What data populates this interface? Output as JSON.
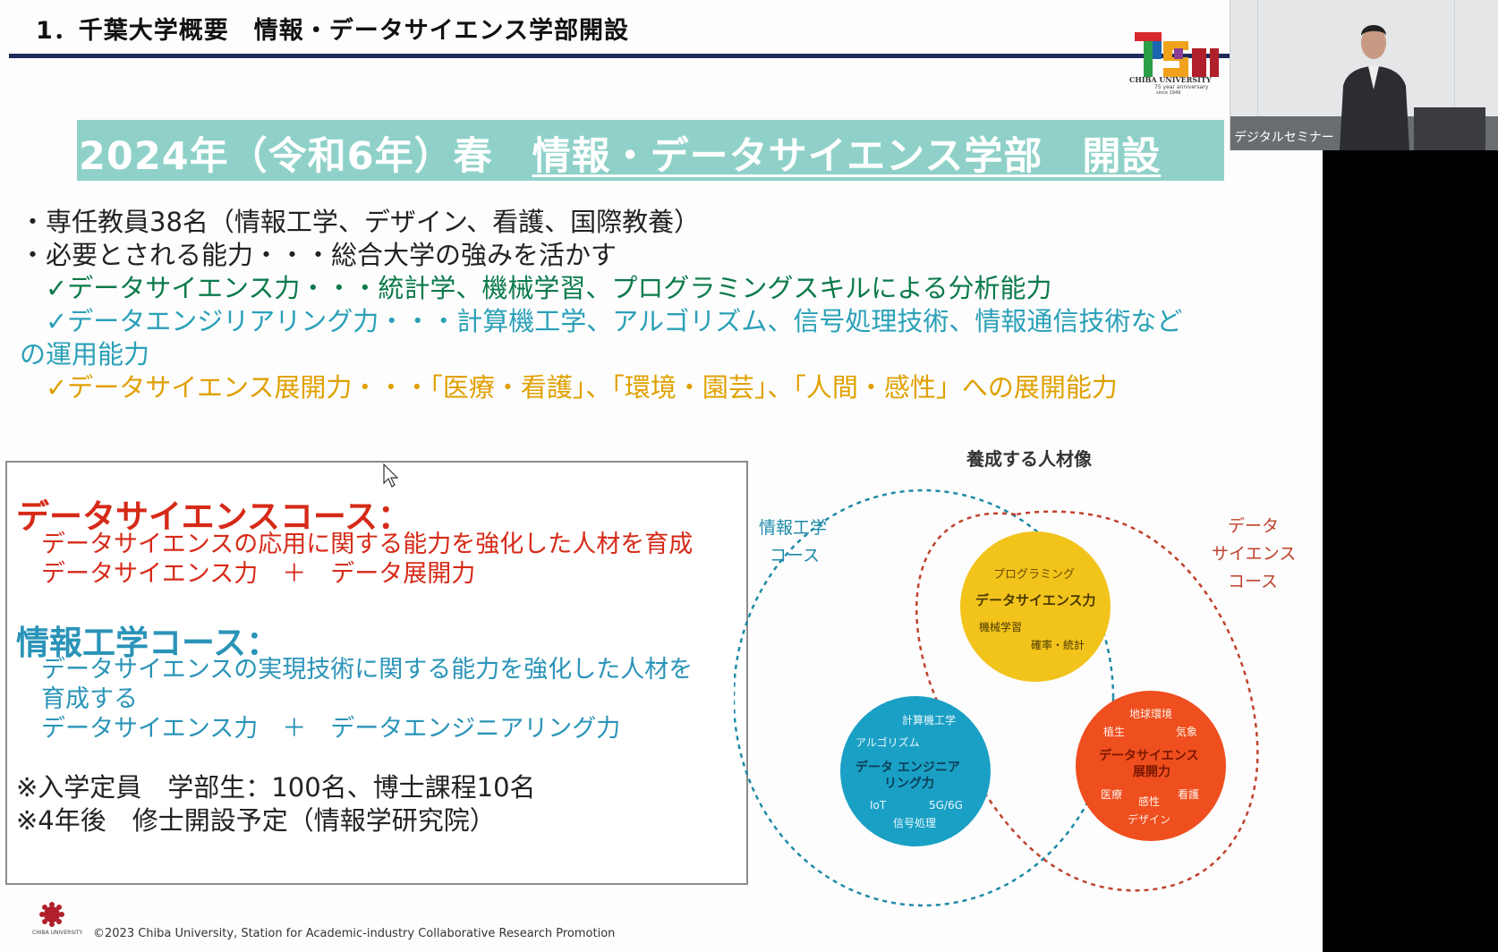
{
  "header": {
    "title": "1．千葉大学概要　情報・データサイエンス学部開設"
  },
  "logo": {
    "name": "CHIBA UNIVERSITY",
    "sub": "75 year anniversary",
    "since": "since 1949"
  },
  "banner": {
    "lead": "2024年（令和6年）春　",
    "title": "情報・データサイエンス学部　開設"
  },
  "bullets": [
    "・専任教員38名（情報工学、デザイン、看護、国際教養）",
    "・必要とされる能力・・・総合大学の強みを活かす",
    "　✓データサイエンス力・・・統計学、機械学習、プログラミングスキルによる分析能力",
    "　✓データエンジリアリング力・・・計算機工学、アルゴリズム、信号処理技術、情報通信技術など",
    "の運用能力",
    "　✓データサイエンス展開力・・・「医療・看護」、「環境・園芸」、「人間・感性」への展開能力"
  ],
  "course_ds": {
    "heading": "データサイエンスコース：",
    "line1": "データサイエンスの応用に関する能力を強化した人材を育成",
    "line2": "データサイエンス力　＋　データ展開力"
  },
  "course_ie": {
    "heading": "情報工学コース：",
    "line1": "データサイエンスの実現技術に関する能力を強化した人材を",
    "line2": "育成する",
    "line3": "データサイエンス力　＋　データエンジニアリング力"
  },
  "notes": {
    "line1": "※入学定員　学部生：100名、博士課程10名",
    "line2": "※4年後　修士開設予定（情報学研究院）"
  },
  "diagram": {
    "title": "養成する人材像",
    "left_label_1": "情報工学",
    "left_label_2": "コース",
    "right_label_1": "データ",
    "right_label_2": "サイエンス",
    "right_label_3": "コース",
    "yellow": {
      "top": "プログラミング",
      "main": "データサイエンス力",
      "left": "機械学習",
      "right": "確率・統計",
      "color": "#f2c31b"
    },
    "blue": {
      "top": "計算機工学",
      "left": "アルゴリズム",
      "main1": "データ エンジニア",
      "main2": "リング力",
      "b1": "IoT",
      "b2": "5G/6G",
      "b3": "信号処理",
      "color": "#1aa0c4"
    },
    "orange": {
      "top": "地球環境",
      "l": "植生",
      "r": "気象",
      "main1": "データサイエンス",
      "main2": "展開力",
      "b1": "医療",
      "b2": "感性",
      "b3": "看護",
      "b4": "デザイン",
      "color": "#ef4e1e"
    }
  },
  "footer": {
    "copyright": "©2023 Chiba University, Station for Academic-industry Collaborative Research Promotion",
    "logo_text": "CHIBA UNIVERSITY"
  },
  "video": {
    "label": "デジタルセミナー"
  }
}
